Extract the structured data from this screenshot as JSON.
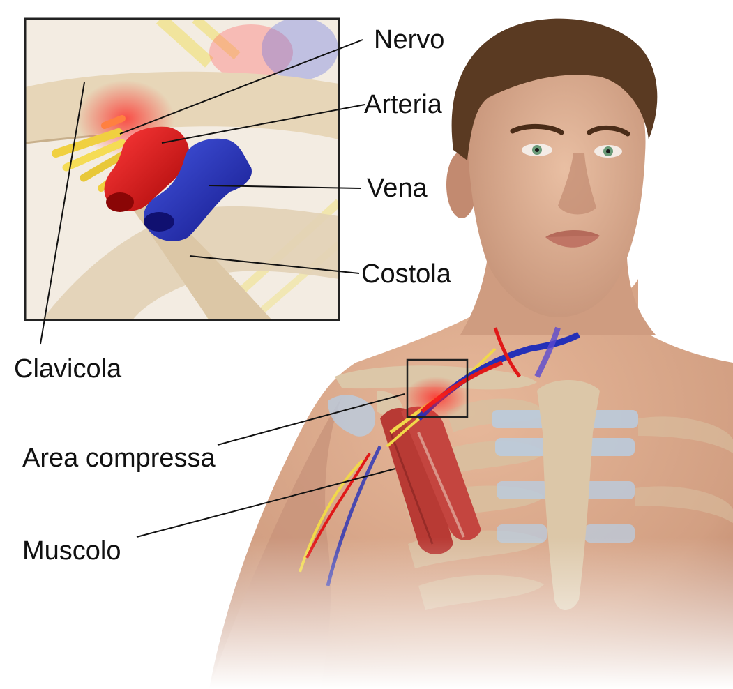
{
  "labels": {
    "nerve": "Nervo",
    "artery": "Arteria",
    "vein": "Vena",
    "rib": "Costola",
    "clavicle": "Clavicola",
    "compressed_area": "Area compressa",
    "muscle": "Muscolo"
  },
  "colors": {
    "skin": "#d8a88a",
    "skin_shadow": "#b67d62",
    "hair": "#5a3a22",
    "bone": "#dcc7a8",
    "cartilage": "#b9cce0",
    "artery": "#e01818",
    "vein": "#2430b8",
    "nerve": "#f0d84a",
    "muscle": "#b83a34",
    "leader_line": "#111111",
    "inset_border": "#222222"
  }
}
